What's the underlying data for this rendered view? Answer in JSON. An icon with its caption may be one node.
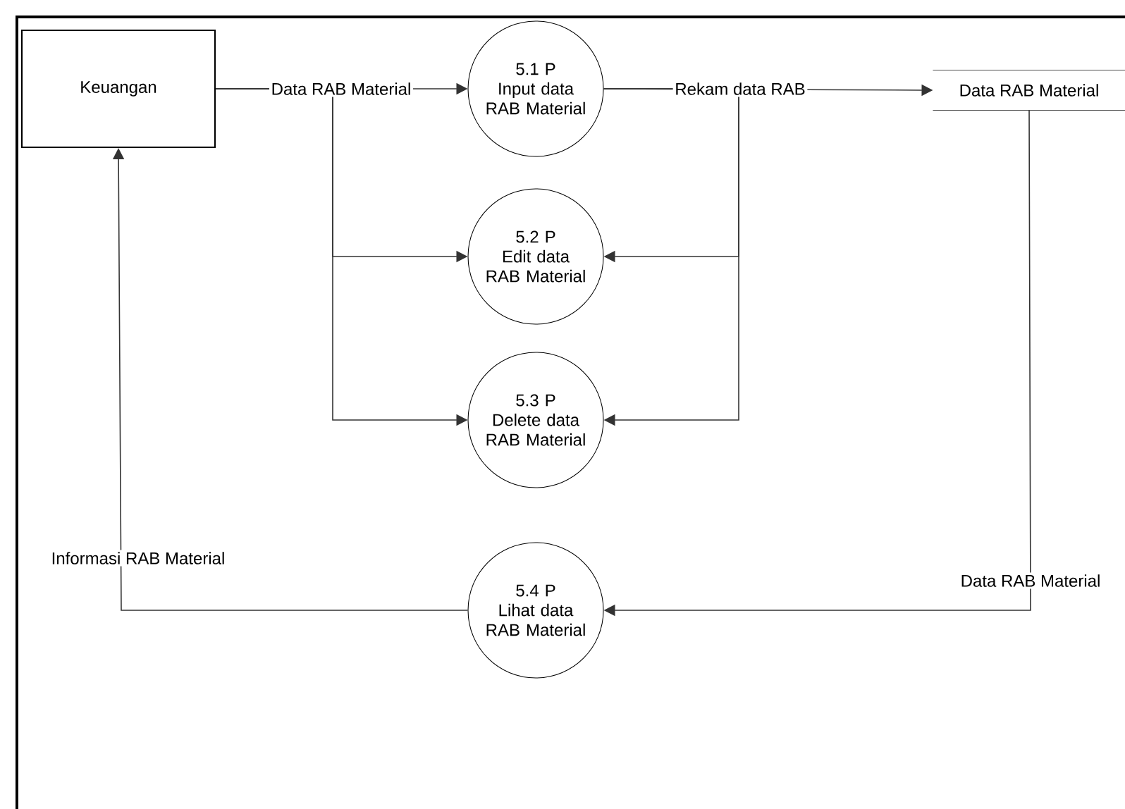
{
  "diagram": {
    "nodes": [
      {
        "text": [
          "Keuangan"
        ]
      },
      {
        "text": [
          "5.1 P",
          "Input data RAB Material"
        ]
      },
      {
        "text": [
          "5.2 P",
          "Edit data RAB Material"
        ]
      },
      {
        "text": [
          "5.3 P",
          "Delete data RAB Material"
        ]
      },
      {
        "text": [
          "5.4 P",
          "Lihat data RAB Material"
        ]
      },
      {
        "text": [
          "Data RAB Material"
        ]
      }
    ],
    "edges": [
      {
        "from": 0,
        "to": 1,
        "arrow": "to",
        "label": "Data RAB Material"
      },
      {
        "from": 0,
        "to": 2,
        "arrow": "to"
      },
      {
        "from": 0,
        "to": 3,
        "arrow": "to"
      },
      {
        "from": 1,
        "to": 5,
        "arrow": "to",
        "label": "Rekam data RAB"
      },
      {
        "from": 1,
        "to": 2,
        "arrow": "to"
      },
      {
        "from": 1,
        "to": 3,
        "arrow": "to"
      },
      {
        "from": 5,
        "to": 4,
        "arrow": "to",
        "label": "Data RAB Material"
      },
      {
        "from": 4,
        "to": 0,
        "arrow": "to",
        "label": "Informasi RAB Material"
      }
    ]
  }
}
